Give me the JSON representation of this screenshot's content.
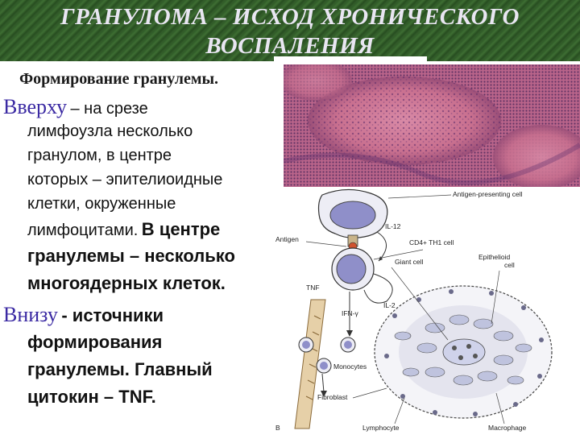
{
  "slide": {
    "title_line1": "ГРАНУЛОМА – ИСХОД ХРОНИЧЕСКОГО",
    "title_line2": "ВОСПАЛЕНИЯ",
    "subtitle": "Формирование гранулемы.",
    "top_keyword": "Вверху",
    "top_lines": [
      "– на срезе",
      "лимфоузла несколько",
      "гранулом, в центре",
      "которых – эпителиоидные",
      "клетки, окруженные",
      "лимфоцитами.",
      "В центре",
      "гранулемы – несколько",
      "многоядерных клеток."
    ],
    "bottom_keyword": "Внизу",
    "bottom_lines": [
      "- источники",
      "формирования",
      "гранулемы. Главный",
      "цитокин – TNF."
    ]
  },
  "diagram": {
    "labels": {
      "apc": "Antigen-presenting cell",
      "il12": "IL-12",
      "antigen": "Antigen",
      "cd4": "CD4+ TH1 cell",
      "giant": "Giant cell",
      "epithelioid_1": "Epithelioid",
      "epithelioid_2": "cell",
      "tnf": "TNF",
      "il2": "IL-2",
      "ifn": "IFN-γ",
      "monocytes": "Monocytes",
      "fibroblast": "Fibroblast",
      "lymphocyte": "Lymphocyte",
      "macrophage": "Macrophage",
      "panel": "B"
    }
  }
}
